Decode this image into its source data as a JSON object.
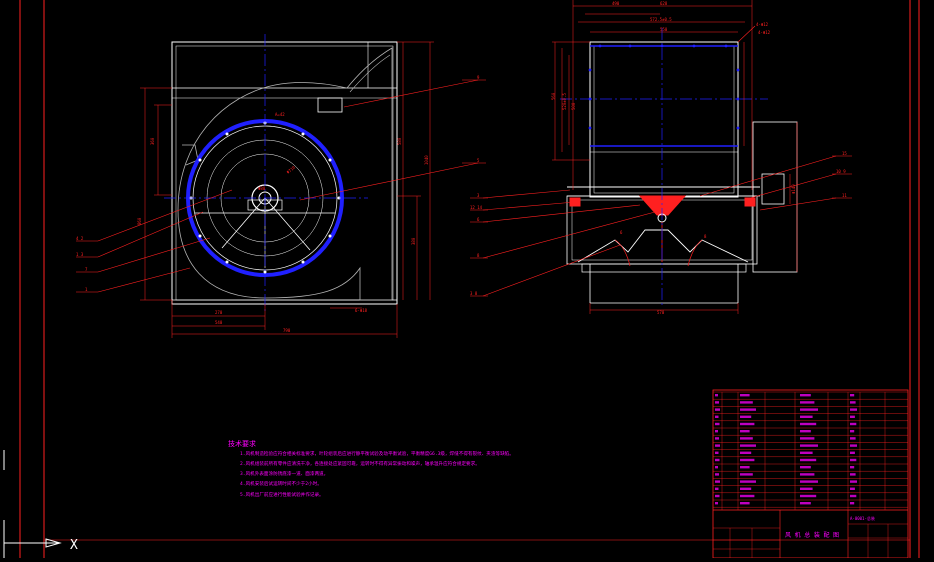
{
  "drawing": {
    "axis_label": "X",
    "technical_requirements": {
      "title": "技术要求",
      "lines": [
        "1.风机制造检验应符合相关标准要求，叶轮组装后应进行静平衡试验及动平衡试验，平衡精度G6.3级，焊缝不得有裂纹、夹渣等缺陷。",
        "2.风机组装前所有零件应清洗干净，各连接处应紧固可靠，运转时不得有异常振动和噪声，轴承温升应符合规定要求。",
        "3.风机外表面涂防锈底漆一道、面漆两道。",
        "4.风机安装后试运转时间不少于2小时。",
        "5.风机出厂前应进行性能试验并作记录。"
      ]
    },
    "title_block": {
      "drawing_name": "风 机 总 装 配 图",
      "drawing_number": "A-0001-总装"
    }
  },
  "colors": {
    "background": "#000000",
    "outline": "#ffffff",
    "blue": "#2020ff",
    "red": "#ff2020",
    "magenta": "#ff00ff",
    "grey": "#b4b4b4"
  }
}
